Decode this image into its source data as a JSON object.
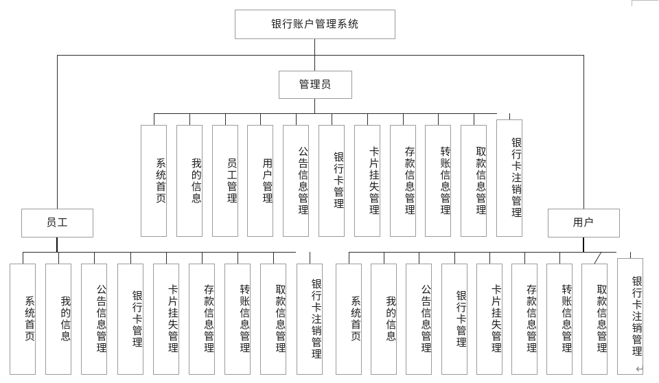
{
  "document": {
    "type": "org-chart",
    "title": "银行账户管理系统",
    "paragraph_mark": "↵",
    "colors": {
      "box_border": "#9a9a9a",
      "connector": "#2b2b2b",
      "text": "#1a1a1a",
      "background": "#ffffff",
      "page_mark": "#b9b9b9"
    }
  },
  "root": {
    "label": "银行账户管理系统"
  },
  "roles": {
    "admin": {
      "label": "管理员"
    },
    "employee": {
      "label": "员工"
    },
    "user": {
      "label": "用户"
    }
  },
  "admin_modules": [
    {
      "label": "系统首页"
    },
    {
      "label": "我的信息"
    },
    {
      "label": "员工管理"
    },
    {
      "label": "用户管理"
    },
    {
      "label": "公告信息管理"
    },
    {
      "label": "银行卡管理"
    },
    {
      "label": "卡片挂失管理"
    },
    {
      "label": "存款信息管理"
    },
    {
      "label": "转账信息管理"
    },
    {
      "label": "取款信息管理"
    },
    {
      "label": "银行卡注销管理"
    }
  ],
  "employee_modules": [
    {
      "label": "系统首页"
    },
    {
      "label": "我的信息"
    },
    {
      "label": "公告信息管理"
    },
    {
      "label": "银行卡管理"
    },
    {
      "label": "卡片挂失管理"
    },
    {
      "label": "存款信息管理"
    },
    {
      "label": "转账信息管理"
    },
    {
      "label": "取款信息管理"
    },
    {
      "label": "银行卡注销管理"
    }
  ],
  "user_modules": [
    {
      "label": "系统首页"
    },
    {
      "label": "我的信息"
    },
    {
      "label": "公告信息管理"
    },
    {
      "label": "银行卡管理"
    },
    {
      "label": "卡片挂失管理"
    },
    {
      "label": "存款信息管理"
    },
    {
      "label": "转账信息管理"
    },
    {
      "label": "取款信息管理"
    },
    {
      "label": "银行卡注销管理"
    }
  ]
}
